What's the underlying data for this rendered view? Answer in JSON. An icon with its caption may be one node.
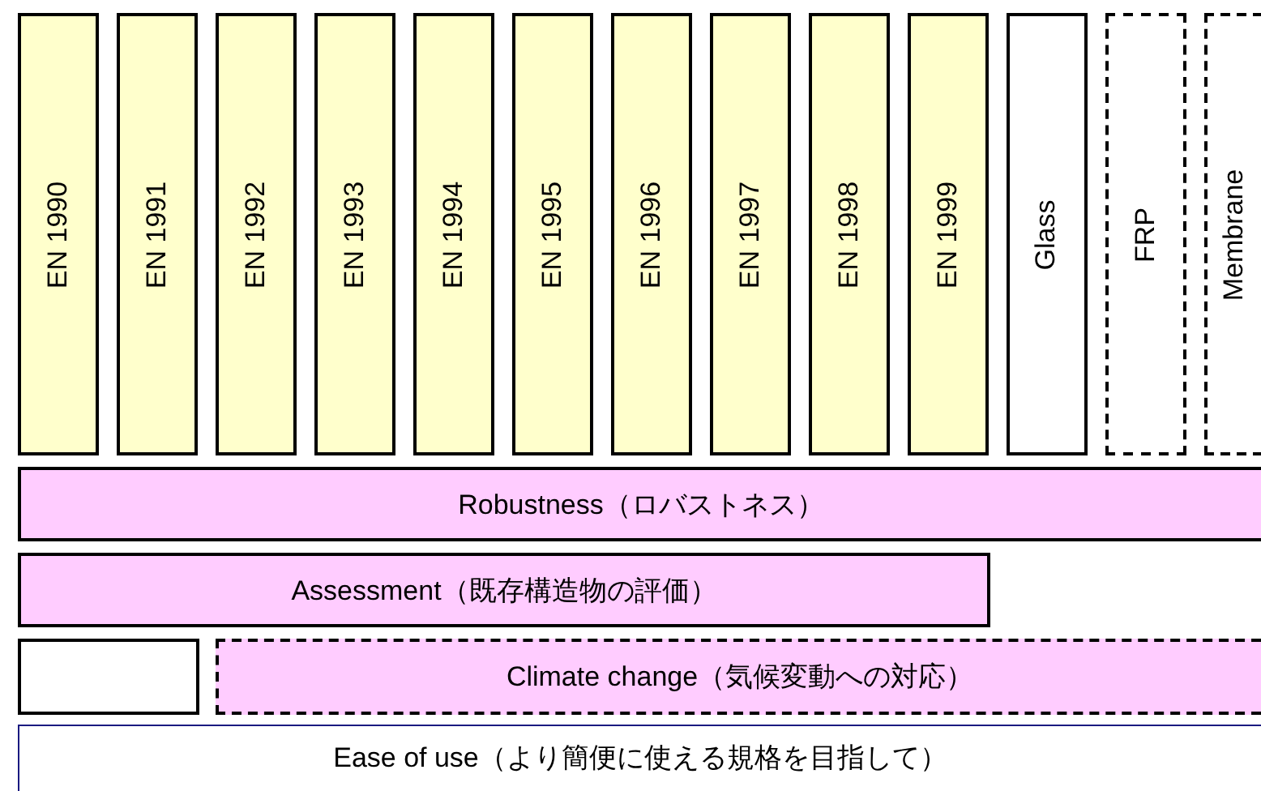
{
  "diagram": {
    "nodes": [
      {
        "text": [
          "EN 1990"
        ]
      },
      {
        "text": [
          "EN 1991"
        ]
      },
      {
        "text": [
          "EN 1992"
        ]
      },
      {
        "text": [
          "EN 1993"
        ]
      },
      {
        "text": [
          "EN 1994"
        ]
      },
      {
        "text": [
          "EN 1995"
        ]
      },
      {
        "text": [
          "EN 1996"
        ]
      },
      {
        "text": [
          "EN 1997"
        ]
      },
      {
        "text": [
          "EN 1998"
        ]
      },
      {
        "text": [
          "EN 1999"
        ]
      },
      {
        "text": [
          "Glass"
        ]
      },
      {
        "text": [
          "FRP"
        ]
      },
      {
        "text": [
          "Membrane"
        ]
      },
      {
        "text": [
          "Robustness（ロバストネス）"
        ]
      },
      {
        "text": [
          "Assessment（既存構造物の評価）"
        ]
      },
      {
        "text": [],
        "shape": "box"
      },
      {
        "text": [
          "Climate change（気候変動への対応）"
        ]
      },
      {
        "text": [
          "Ease of use（より簡便に使える規格を目指して）"
        ]
      }
    ]
  }
}
